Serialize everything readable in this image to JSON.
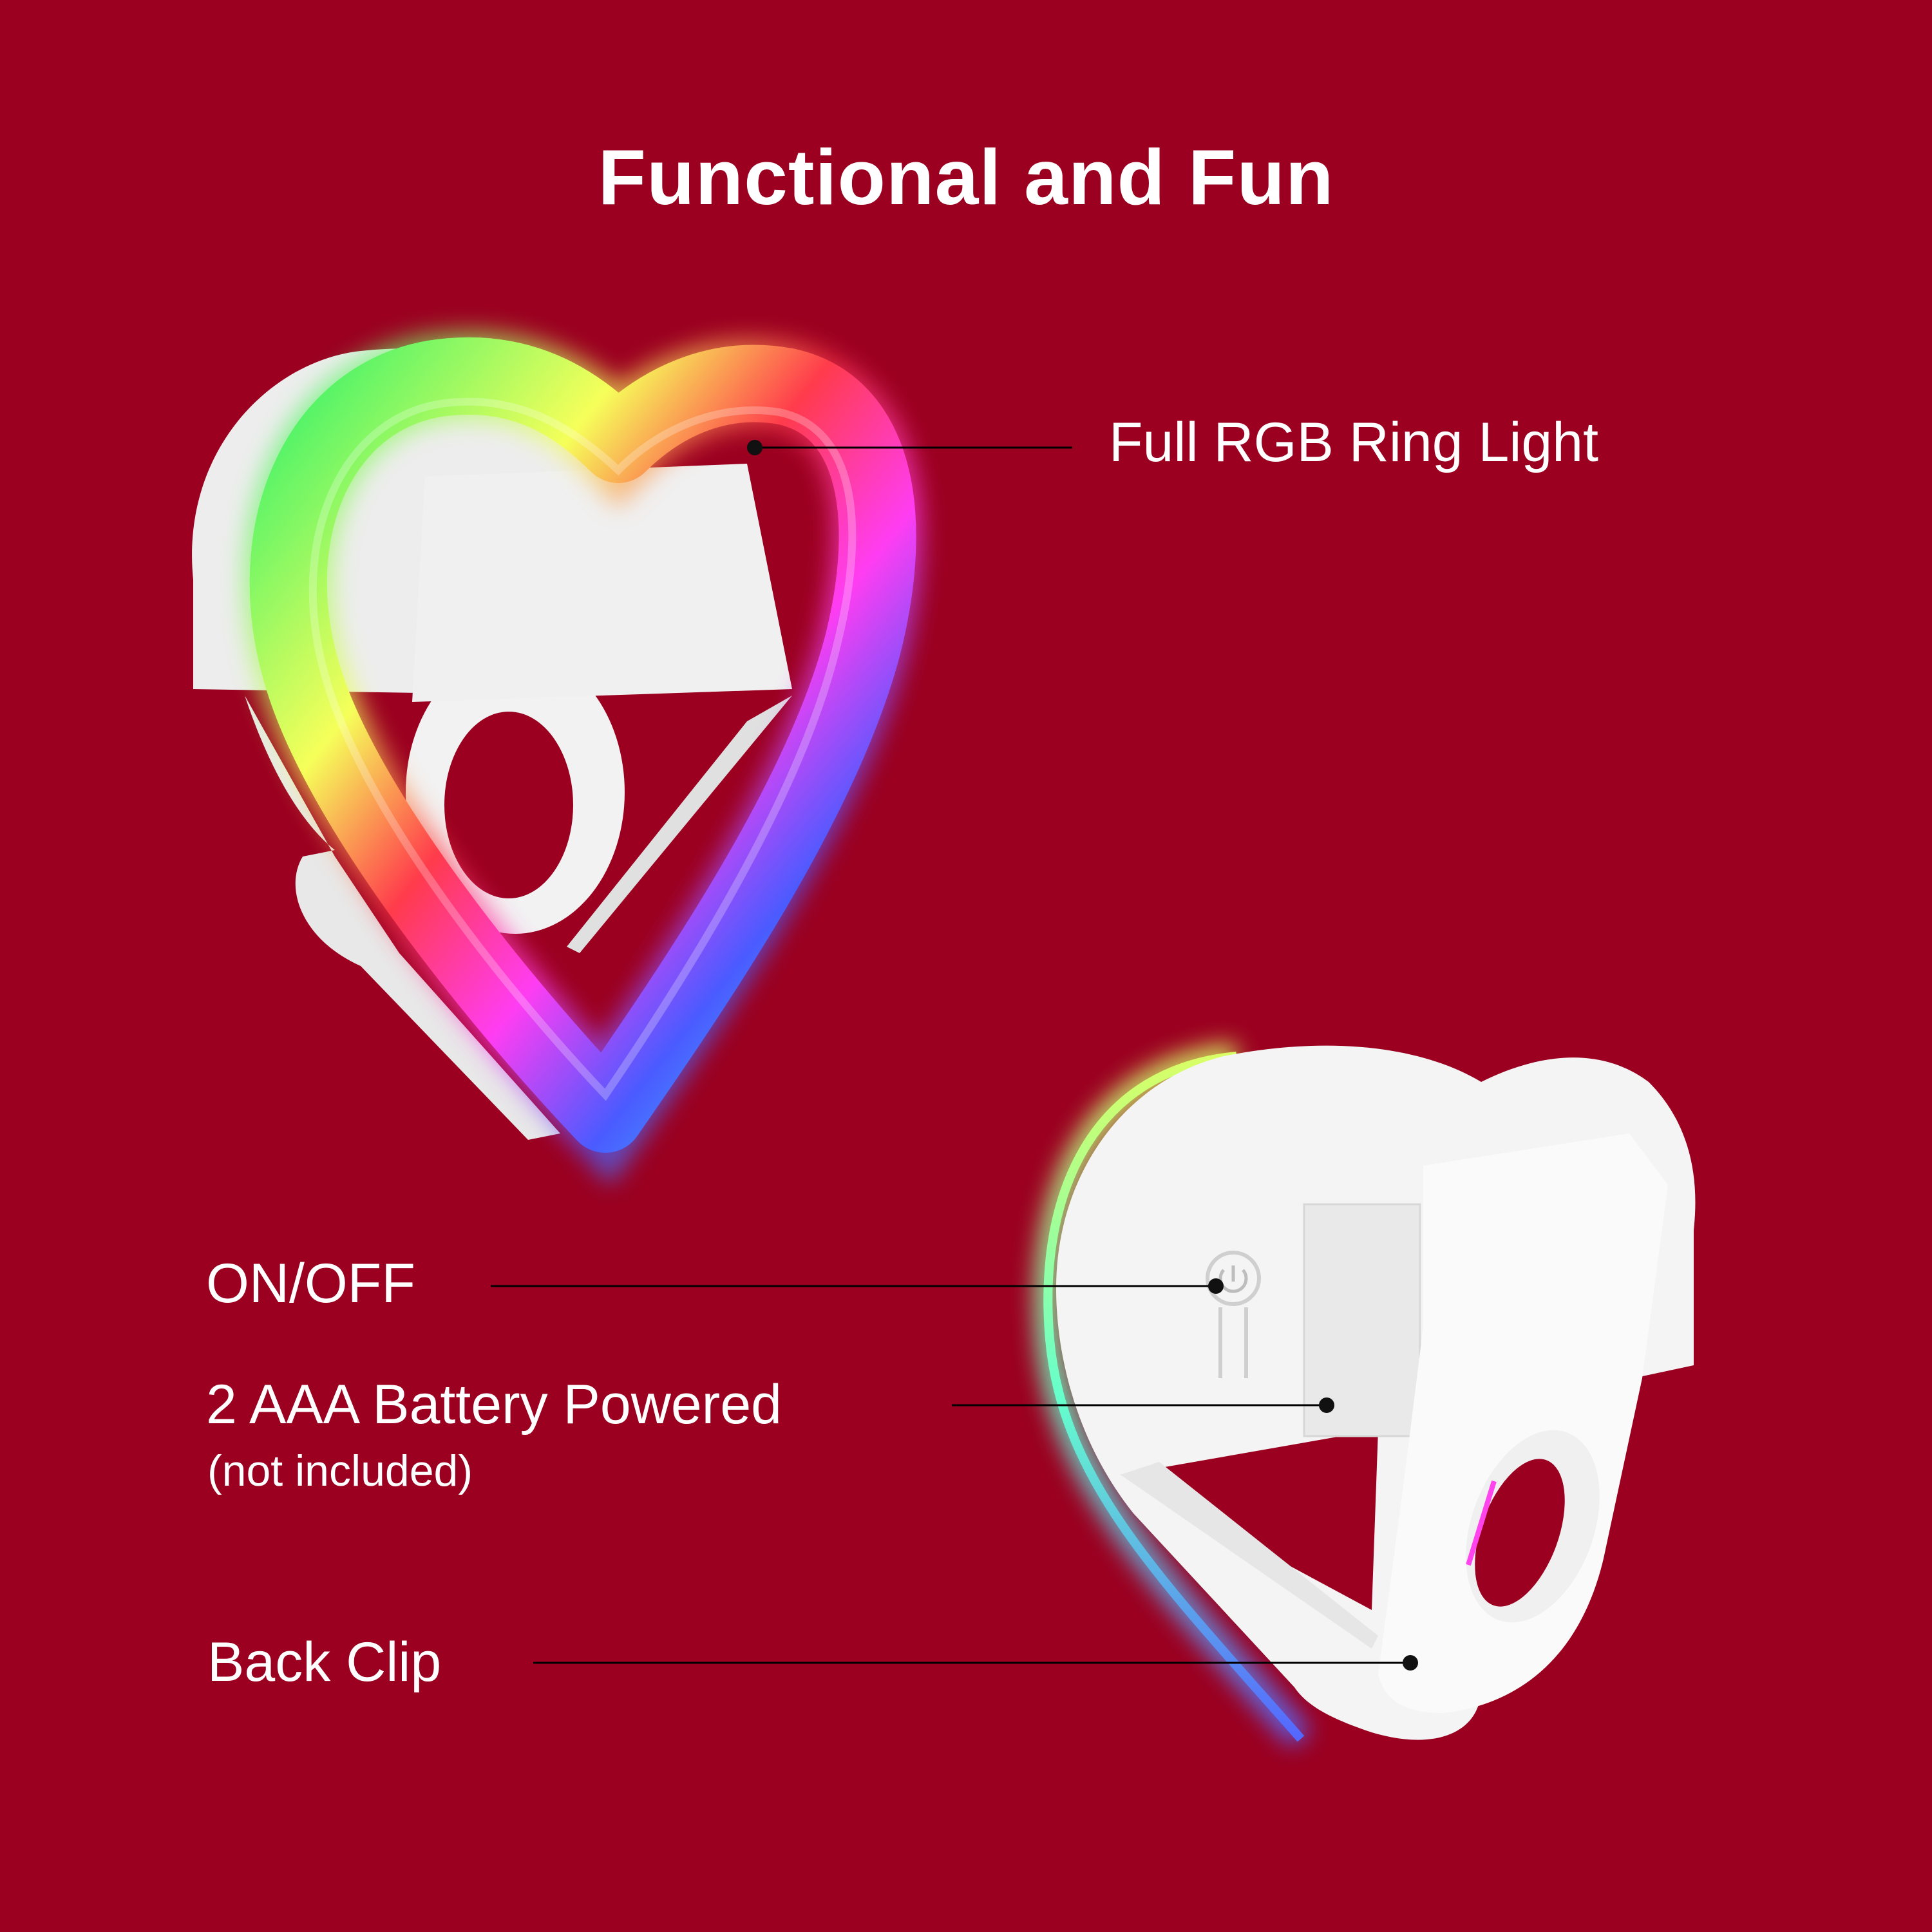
{
  "page": {
    "title": "Functional and Fun",
    "background_color": "#9b0020"
  },
  "callouts": {
    "ring_light": "Full RGB Ring Light",
    "power_switch": "ON/OFF",
    "battery": "2 AAA Battery Powered",
    "battery_note": "(not included)",
    "back_clip": "Back Clip"
  },
  "icons": {
    "power": "power-icon"
  },
  "colors": {
    "ring_green": "#3df26a",
    "ring_yellow": "#f6ff5a",
    "ring_red": "#ff3b4c",
    "ring_magenta": "#ff3df2",
    "ring_blue": "#4a5bff",
    "ring_cyan": "#3fe6ff",
    "housing_white": "#f4f4f4"
  }
}
